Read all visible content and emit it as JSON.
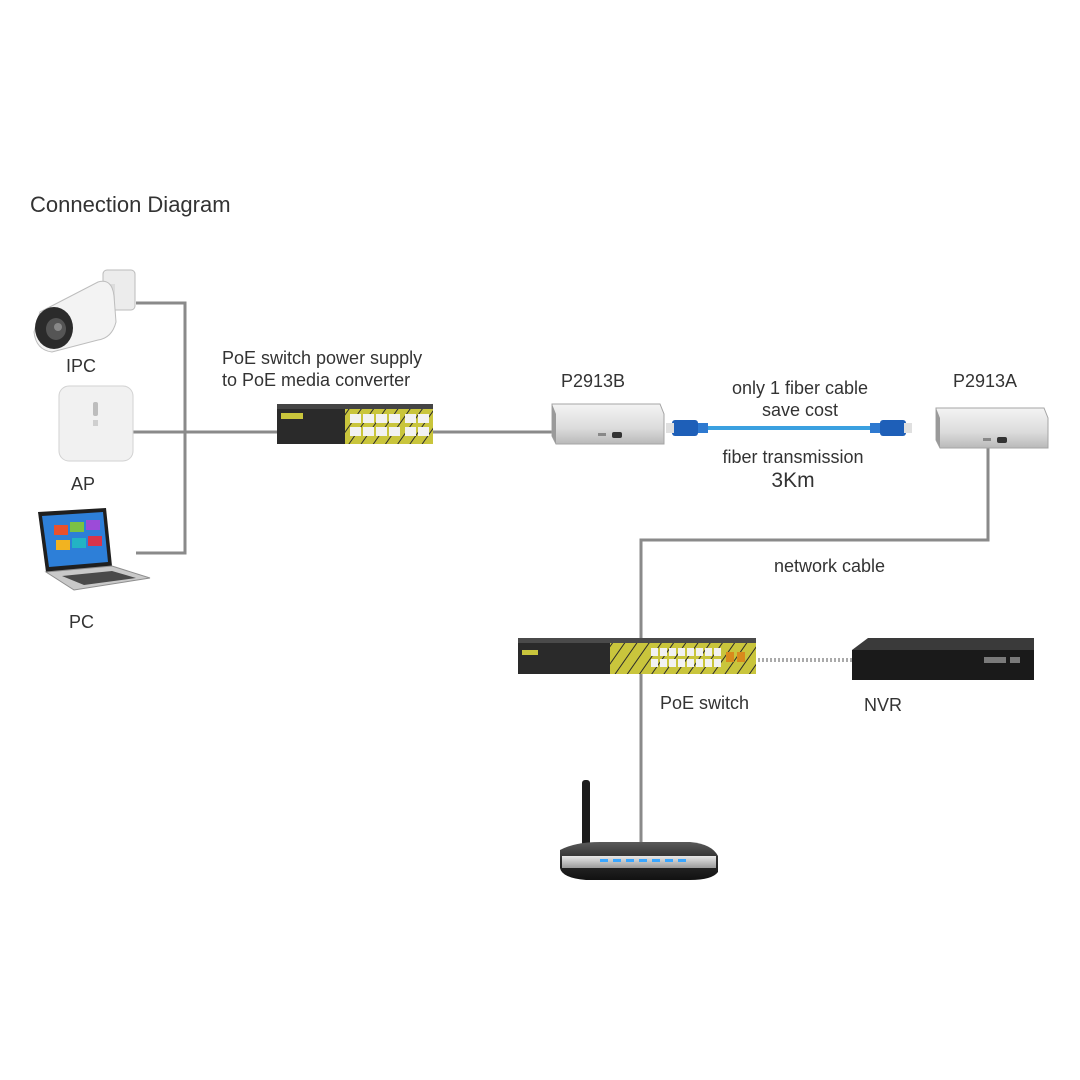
{
  "title": "Connection Diagram",
  "devices": {
    "ipc": "IPC",
    "ap": "AP",
    "pc": "PC",
    "converter_b": "P2913B",
    "converter_a": "P2913A",
    "poe_switch": "PoE switch",
    "nvr": "NVR"
  },
  "annotations": {
    "supply_line1": "PoE switch power supply",
    "supply_line2": "to PoE media converter",
    "fiber_line1": "only 1 fiber cable",
    "fiber_line2": "save cost",
    "fiber_transmission": "fiber transmission",
    "distance": "3Km",
    "network_cable": "network cable"
  },
  "colors": {
    "line": "#8a8a8a",
    "fiber": "#3aa0e0",
    "connector": "#1e5fb8",
    "switch_accent": "#c8c43a"
  }
}
